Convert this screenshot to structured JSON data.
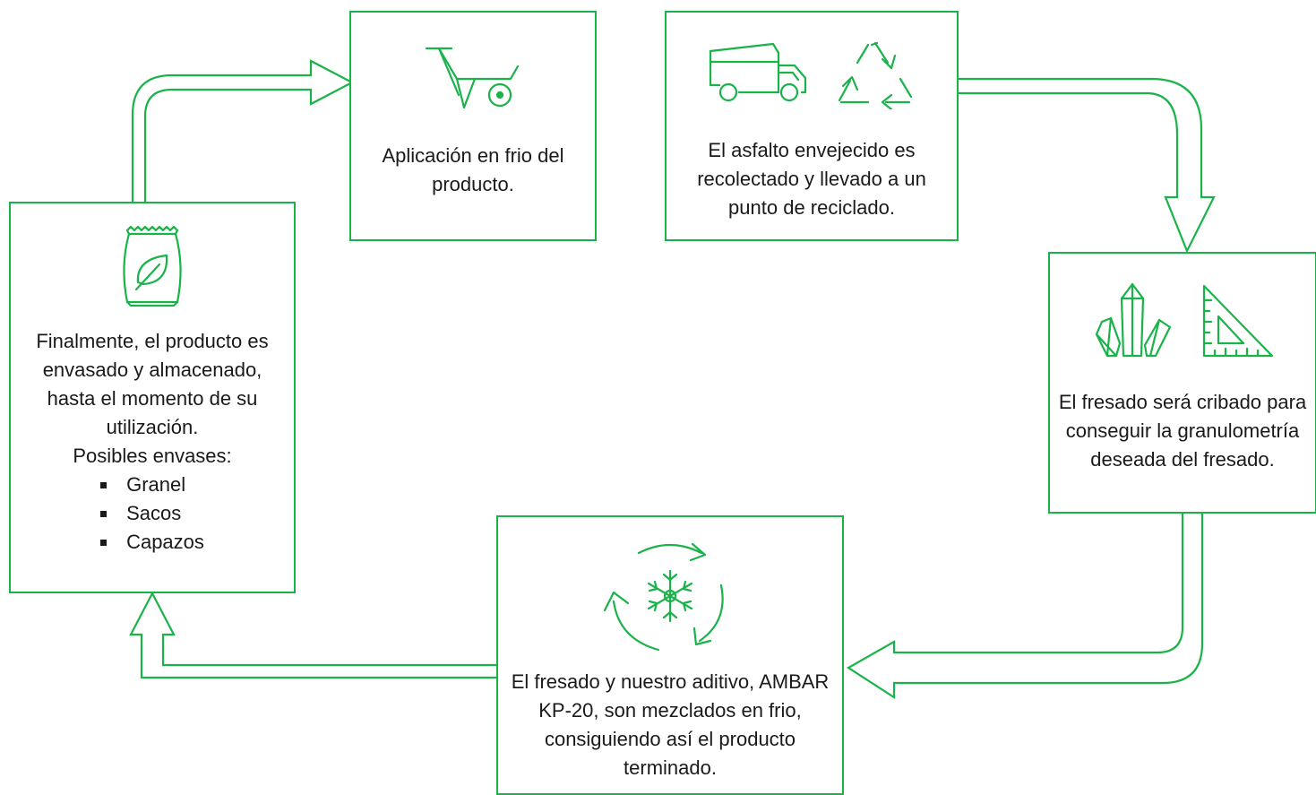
{
  "steps": {
    "apply": {
      "text": "Aplicación en frio del producto."
    },
    "collect": {
      "text": "El asfalto envejecido es recolectado y llevado a un punto de reciclado."
    },
    "sieve": {
      "text": "El fresado será cribado para conseguir la granulometría deseada del fresado."
    },
    "mix": {
      "text": "El fresado y nuestro aditivo, AMBAR KP-20, son mezclados en frio, consiguiendo así el producto terminado."
    },
    "store": {
      "text": "Finalmente, el producto es envasado y almacenado, hasta el momento de su utilización.",
      "subtitle": "Posibles envases:",
      "items": [
        "Granel",
        "Sacos",
        "Capazos"
      ]
    }
  },
  "icons": {
    "apply": [
      "wheelbarrow-icon"
    ],
    "collect": [
      "dump-truck-icon",
      "recycle-icon"
    ],
    "sieve": [
      "crystals-icon",
      "set-square-icon"
    ],
    "mix": [
      "cycle-arrows-icon",
      "snowflake-icon"
    ],
    "store": [
      "bag-leaf-icon"
    ]
  },
  "colors": {
    "accent": "#19b34a",
    "text": "#1a1a1a",
    "background": "#ffffff"
  }
}
